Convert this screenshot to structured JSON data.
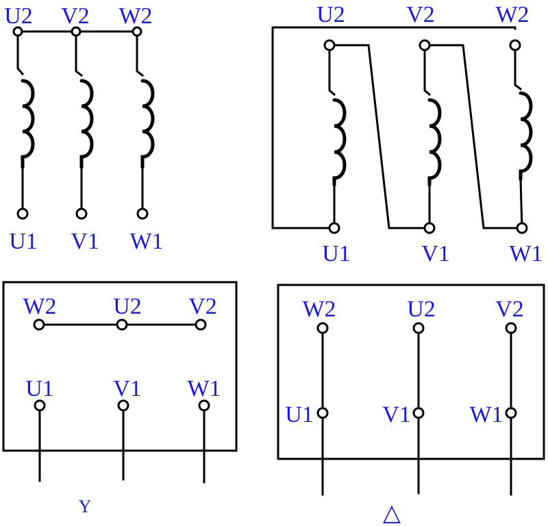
{
  "labels": {
    "U1": "U1",
    "V1": "V1",
    "W1": "W1",
    "U2": "U2",
    "V2": "V2",
    "W2": "W2"
  },
  "captions": {
    "star": "Y",
    "delta": "△"
  },
  "colors": {
    "label": "#1a1adc",
    "line": "#000000"
  }
}
